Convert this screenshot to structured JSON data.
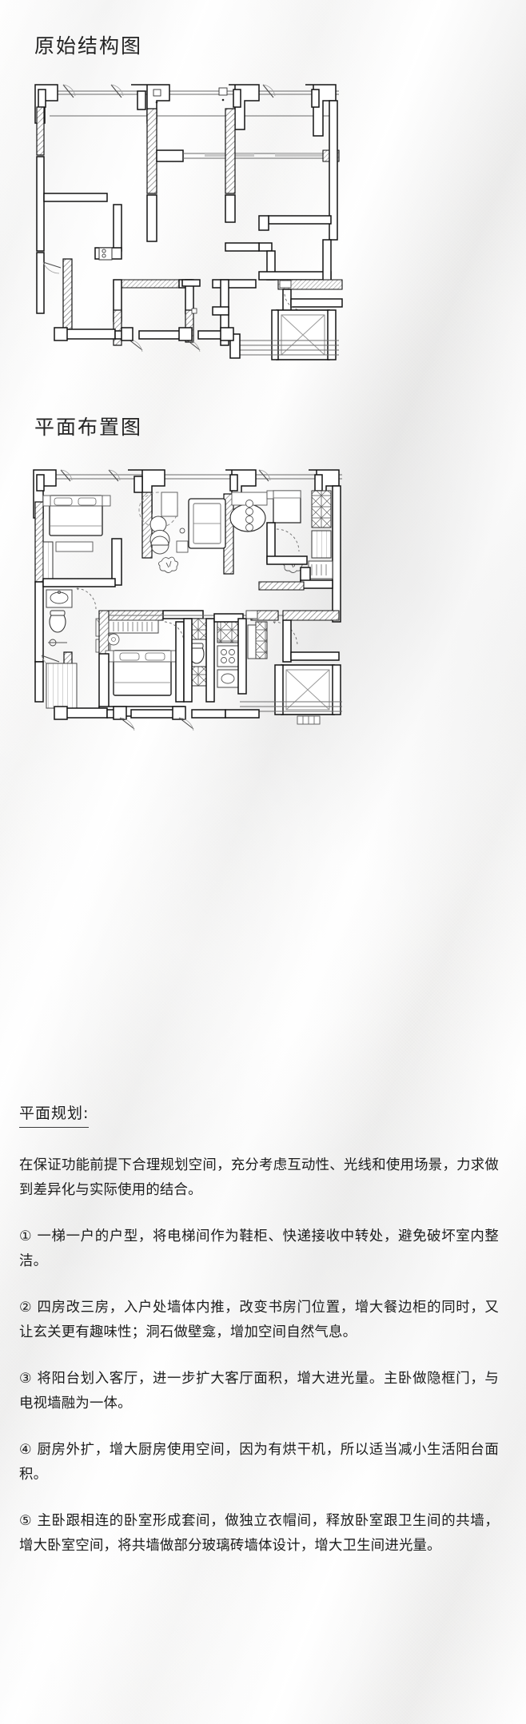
{
  "document": {
    "background_color": "#f3f2f0",
    "ink_color": "#1c1c1c"
  },
  "sections": {
    "original_plan": {
      "title": "原始结构图",
      "drawing_type": "architectural-floor-plan",
      "description": "original structural floor plan, line drawing, hatched structural walls"
    },
    "layout_plan": {
      "title": "平面布置图",
      "drawing_type": "architectural-furniture-layout-plan",
      "description": "furnished layout plan with beds, sofa, dining table, kitchen, bathrooms, elevator lobby"
    }
  },
  "notes": {
    "heading": "平面规划:",
    "intro": "在保证功能前提下合理规划空间，充分考虑互动性、光线和使用场景，力求做到差异化与实际使用的结合。",
    "items": [
      "①  一梯一户的户型，将电梯间作为鞋柜、快递接收中转处，避免破坏室内整洁。",
      "②  四房改三房，入户处墙体内推，改变书房门位置，增大餐边柜的同时，又让玄关更有趣味性；洞石做壁龛，增加空间自然气息。",
      "③ 将阳台划入客厅，进一步扩大客厅面积，增大进光量。主卧做隐框门，与电视墙融为一体。",
      "④ 厨房外扩，增大厨房使用空间，因为有烘干机，所以适当减小生活阳台面积。",
      "⑤ 主卧跟相连的卧室形成套间，做独立衣帽间，释放卧室跟卫生间的共墙，增大卧室空间，将共墙做部分玻璃砖墙体设计，增大卫生间进光量。"
    ]
  }
}
